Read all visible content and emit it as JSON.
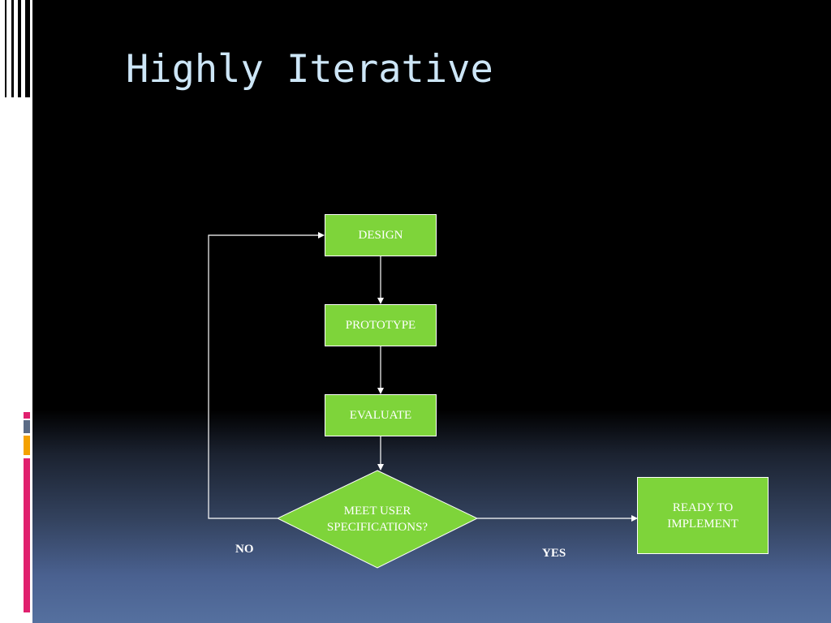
{
  "slide": {
    "title": "Highly Iterative"
  },
  "flowchart": {
    "design": "DESIGN",
    "prototype": "PROTOTYPE",
    "evaluate": "EVALUATE",
    "decision": "MEET USER SPECIFICATIONS?",
    "ready": "READY TO IMPLEMENT",
    "no_label": "NO",
    "yes_label": "YES"
  },
  "colors": {
    "box_fill": "#7ed43a",
    "title": "#cde6f7",
    "accent_pink": "#e0206e",
    "accent_orange": "#f4a100",
    "accent_slate": "#5b6b85"
  }
}
